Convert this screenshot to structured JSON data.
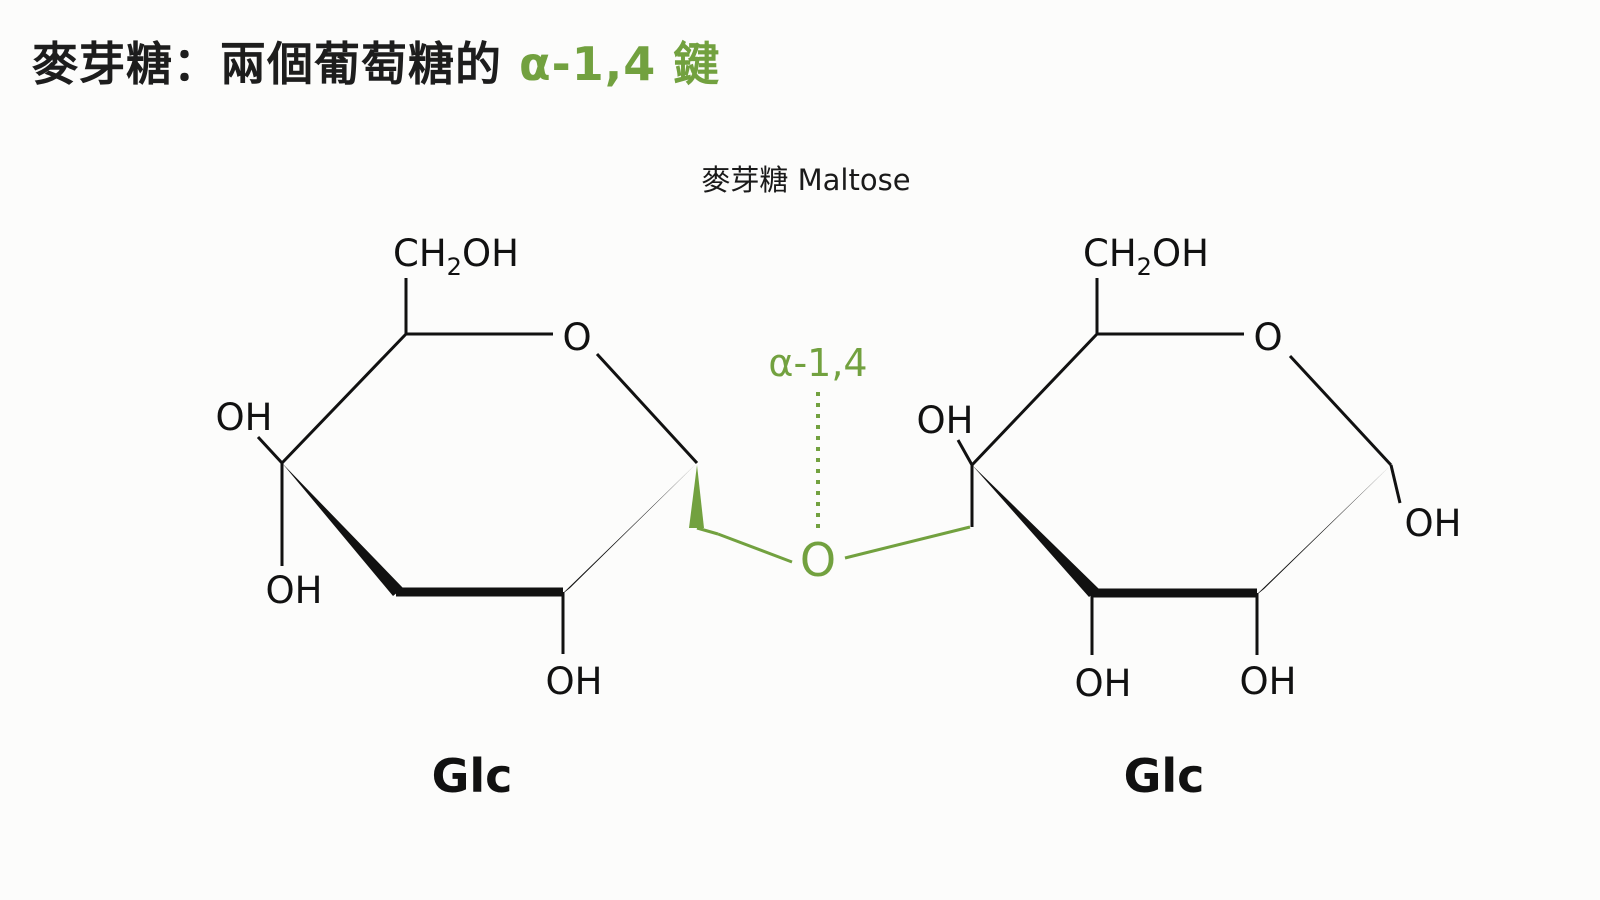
{
  "title": {
    "main": "麥芽糖：兩個葡萄糖的 ",
    "accent": "α-1,4 鍵"
  },
  "diagram": {
    "caption": "麥芽糖 Maltose",
    "left_ring": {
      "ch2_prefix": "CH",
      "ch2_sub": "2",
      "ch2_suffix": "OH",
      "ring_oxygen": "O",
      "oh_c4": "OH",
      "oh_c3": "OH",
      "oh_c2": "OH",
      "name": "Glc"
    },
    "right_ring": {
      "ch2_prefix": "CH",
      "ch2_sub": "2",
      "ch2_suffix": "OH",
      "ring_oxygen": "O",
      "oh_c4": "OH",
      "oh_c1": "OH",
      "oh_c3": "OH",
      "oh_c2": "OH",
      "name": "Glc"
    },
    "linkage": {
      "label": "α-1,4",
      "oxygen": "O"
    }
  },
  "colors": {
    "accent": "#72a13f",
    "ink": "#111111",
    "background": "#fcfcfb"
  }
}
